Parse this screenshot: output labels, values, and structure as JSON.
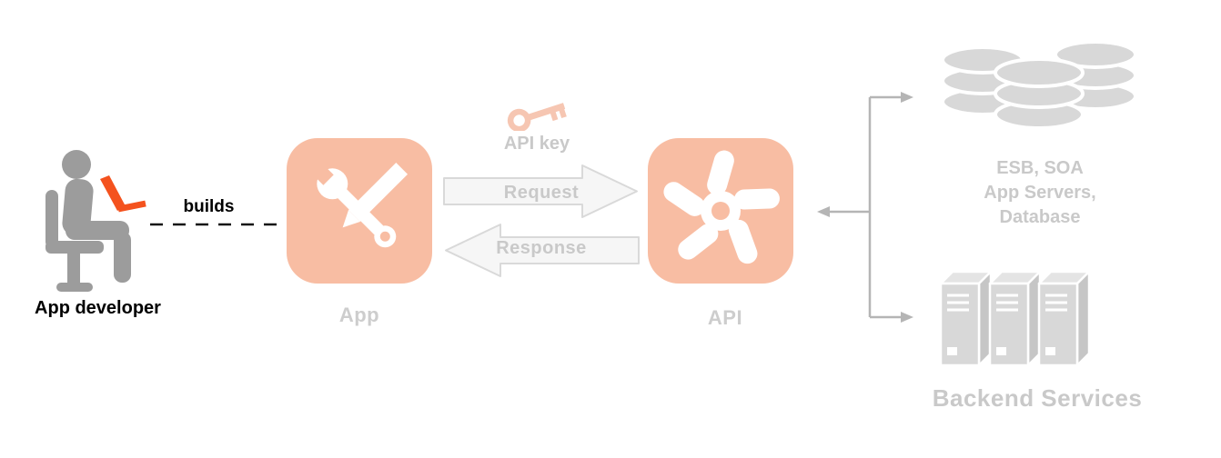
{
  "developer": {
    "label": "App developer"
  },
  "connector": {
    "builds_label": "builds"
  },
  "app": {
    "label": "App"
  },
  "api": {
    "label": "API"
  },
  "apikey": {
    "label": "API key"
  },
  "arrows": {
    "request": "Request",
    "response": "Response"
  },
  "esb": {
    "lines": [
      "ESB, SOA",
      "App Servers,",
      "Database"
    ]
  },
  "backend": {
    "label": "Backend Services"
  },
  "icons": {
    "developer": "person-at-laptop-icon",
    "app": "wrench-and-pencil-icon",
    "api": "pinwheel-gear-icon",
    "apikey": "key-icon",
    "esb": "database-stack-icon",
    "backend": "server-rack-icon"
  },
  "colors": {
    "salmon": "#f8bda3",
    "orange": "#f4521e",
    "person_gray": "#9c9c9c",
    "icon_gray": "#d8d8d8",
    "icon_gray_dark": "#c6c6c6",
    "icon_gray_light": "#e4e4e4",
    "connector_gray": "#b5b5b5",
    "arrow_fill": "#f6f6f6",
    "arrow_stroke": "#d9d9d9",
    "muted_text": "#c9c9c9",
    "node_label": "#cdcdcd",
    "key_salmon": "#f6c6b2",
    "dark_text": "#000000"
  }
}
